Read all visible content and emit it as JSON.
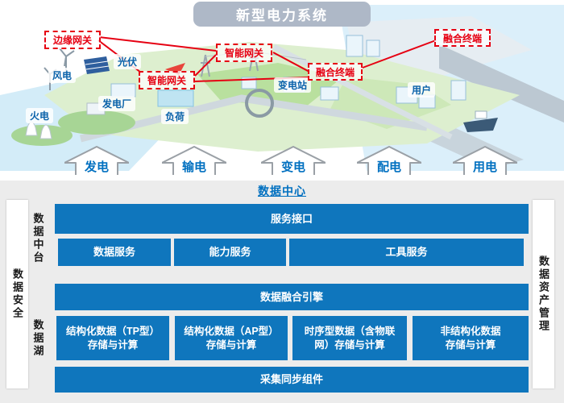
{
  "top": {
    "title": "新型电力系统",
    "scene_labels": [
      "风电",
      "光伏",
      "火电",
      "发电厂",
      "负荷",
      "变电站",
      "用户"
    ],
    "gateways": [
      "边缘网关",
      "智能网关",
      "智能网关",
      "融合终端",
      "融合终端"
    ],
    "flow_arrows": [
      "发电",
      "输电",
      "变电",
      "配电",
      "用电"
    ]
  },
  "datacenter": {
    "title": "数据中心",
    "security_label": "数据安全",
    "asset_label": "数据资产管理",
    "middle_platform": {
      "label": "数据中台",
      "service_interface": "服务接口",
      "services": [
        "数据服务",
        "能力服务",
        "工具服务"
      ]
    },
    "data_lake": {
      "label": "数据湖",
      "fusion_engine": "数据融合引擎",
      "storages": [
        "结构化数据（TP型）\n存储与计算",
        "结构化数据（AP型）\n存储与计算",
        "时序型数据（含物联\n网）存储与计算",
        "非结构化数据\n存储与计算"
      ],
      "sync_component": "采集同步组件"
    }
  },
  "colors": {
    "primary_blue": "#0f76bd",
    "heading_blue": "#0070c0",
    "label_blue": "#0a62aa",
    "alert_red": "#e60012",
    "title_capsule_gray": "#aeb8c7",
    "panel_bg": "#ececec",
    "arrow_outline": "#9aa0a6"
  }
}
